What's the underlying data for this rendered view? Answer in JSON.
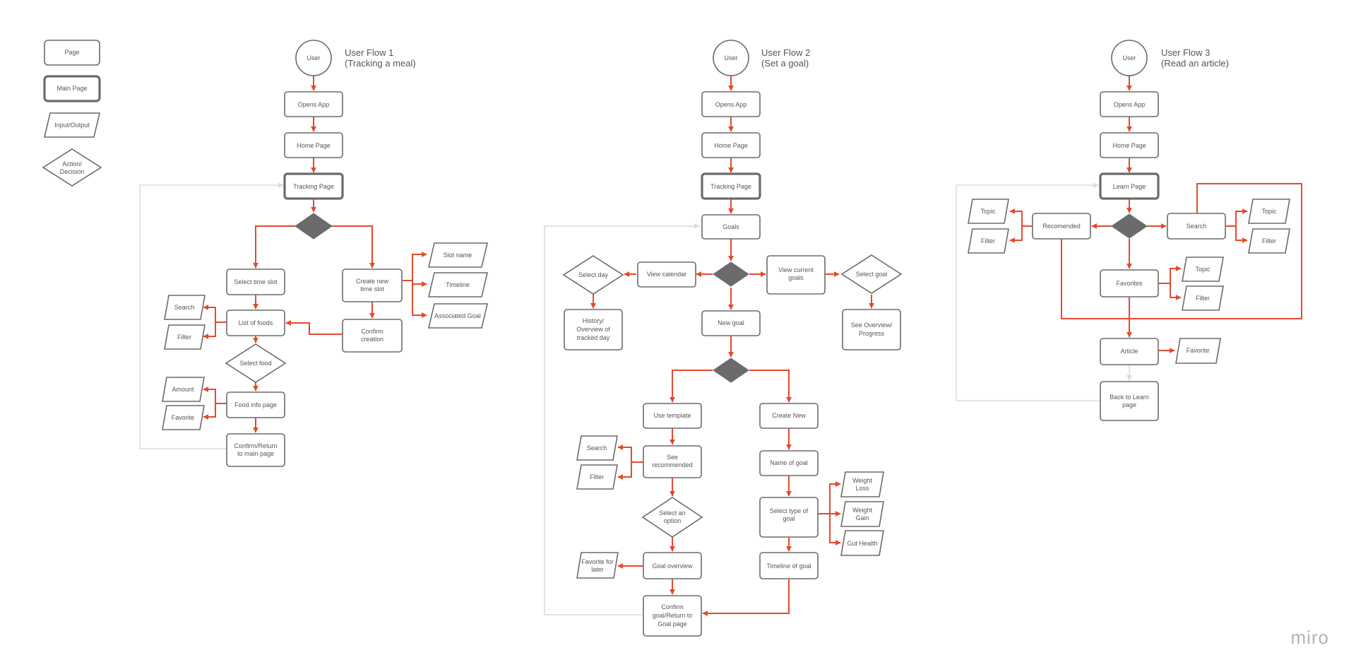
{
  "legend": {
    "page": "Page",
    "main_page": "Main Page",
    "input_output": "Input/Output",
    "action_decision": [
      "Action/",
      "Decision"
    ]
  },
  "flows": [
    {
      "title_line1": "User Flow 1",
      "title_line2": "(Tracking a meal)"
    },
    {
      "title_line1": "User Flow 2",
      "title_line2": "(Set a goal)"
    },
    {
      "title_line1": "User Flow 3",
      "title_line2": "(Read an article)"
    }
  ],
  "flow1": {
    "user": "User",
    "opens_app": "Opens App",
    "home_page": "Home Page",
    "tracking_page": "Tracking Page",
    "select_time_slot": "Select time slot",
    "create_new_time_slot": [
      "Create new",
      "time slot"
    ],
    "slot_name": "Slot name",
    "timeline": "Timeline",
    "associated_goal": "Associated Goal",
    "confirm_creation": [
      "Confirm",
      "creation"
    ],
    "list_of_foods": "List of foods",
    "search": "Search",
    "filter": "Filter",
    "select_food": "Select food",
    "food_info_page": "Food info page",
    "amount": "Amount",
    "favorite": "Favorite",
    "confirm_return": [
      "Confirm/Return",
      "to main page"
    ]
  },
  "flow2": {
    "user": "User",
    "opens_app": "Opens App",
    "home_page": "Home Page",
    "tracking_page": "Tracking Page",
    "goals": "Goals",
    "view_calendar": "View calendar",
    "select_day": "Select day",
    "history": [
      "History/",
      "Overview of",
      "tracked day"
    ],
    "view_current_goals": [
      "View current",
      "goals"
    ],
    "select_goal": "Select goal",
    "see_overview": [
      "See Overview/",
      "Progress"
    ],
    "new_goal": "New goal",
    "use_template": "Use template",
    "create_new": "Create New",
    "see_recommended": [
      "See",
      "recommended"
    ],
    "search": "Search",
    "filter": "Filter",
    "select_an_option": [
      "Select an",
      "option"
    ],
    "goal_overview": "Goal overview",
    "favorite_for_later": [
      "Favorite for",
      "later"
    ],
    "confirm_goal": [
      "Confirm",
      "goal/Return to",
      "Goal page"
    ],
    "name_of_goal": "Name of goal",
    "select_type_of_goal": [
      "Select type of",
      "goal"
    ],
    "weight_loss": [
      "Weight",
      "Loss"
    ],
    "weight_gain": [
      "Weight",
      "Gain"
    ],
    "gut_health": "Gut Health",
    "timeline_of_goal": "Timeline of goal"
  },
  "flow3": {
    "user": "User",
    "opens_app": "Opens App",
    "home_page": "Home Page",
    "learn_page": "Learn Page",
    "recommended": "Recomended",
    "topic": "Topic",
    "filter": "Filter",
    "search": "Search",
    "favorites": "Favorites",
    "article": "Article",
    "favorite": "Favorite",
    "back_to_learn": [
      "Back to Learn",
      "page"
    ]
  },
  "brand": "miro",
  "colors": {
    "connector": "#e34a2c",
    "shape_stroke": "#6b6b6b",
    "decision_fill": "#6b6b6b",
    "loop_line": "#dcdcdc",
    "text": "#555555"
  }
}
